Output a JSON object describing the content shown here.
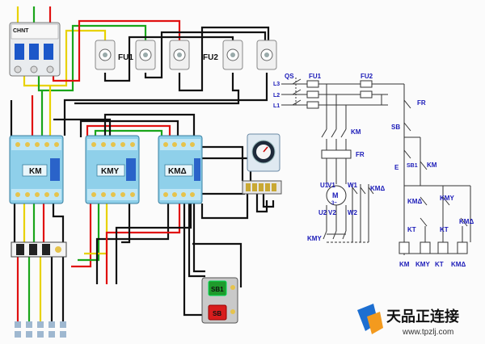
{
  "wiring": {
    "breaker_brand": "CHNT",
    "fuse_group_1": "FU1",
    "fuse_group_2": "FU2",
    "contactor_main": "KM",
    "contactor_star": "KMY",
    "contactor_delta": "KMΔ",
    "button_start": "SB1",
    "button_stop": "SB"
  },
  "schematic": {
    "qs": "QS",
    "fu1": "FU1",
    "fu2": "FU2",
    "l3": "L3",
    "l2": "L2",
    "l1": "L1",
    "km": "KM",
    "fr_main": "FR",
    "fr_ctrl": "FR",
    "sb": "SB",
    "sb1": "SB1",
    "e": "E",
    "km_hold": "KM",
    "u1": "U1",
    "v1": "V1",
    "w1": "W1",
    "u2": "U2",
    "v2": "V2",
    "w2": "W2",
    "motor": "M",
    "motor_phase": "3~",
    "kmd_main": "KMΔ",
    "kmy_main": "KMY",
    "kmd_c1": "KMΔ",
    "kmy_c": "KMY",
    "kt_c1": "KT",
    "kt_c2": "KT",
    "kmd_c2": "KMΔ",
    "coil_km": "KM",
    "coil_kmy": "KMY",
    "coil_kt": "KT",
    "coil_kmd": "KMΔ"
  },
  "watermark": {
    "brand": "天品正连接",
    "url": "www.tpzlj.com"
  },
  "colors": {
    "yellow": "#e8d200",
    "green": "#1aa51a",
    "red": "#e01010",
    "black": "#111111",
    "blue_label": "#1a1ab8",
    "contactor": "#8fd0ea"
  }
}
